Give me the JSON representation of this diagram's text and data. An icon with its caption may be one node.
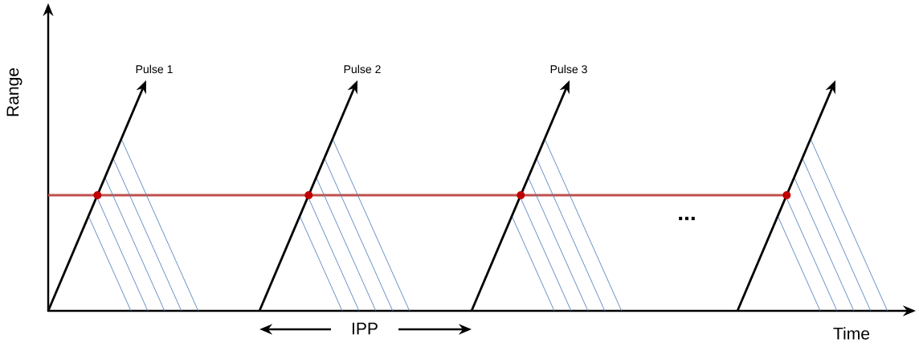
{
  "diagram": {
    "labels": [
      "Range",
      "Pulse 1",
      "Pulse 2",
      "Pulse 3",
      "...",
      "IPP",
      "Time"
    ]
  }
}
